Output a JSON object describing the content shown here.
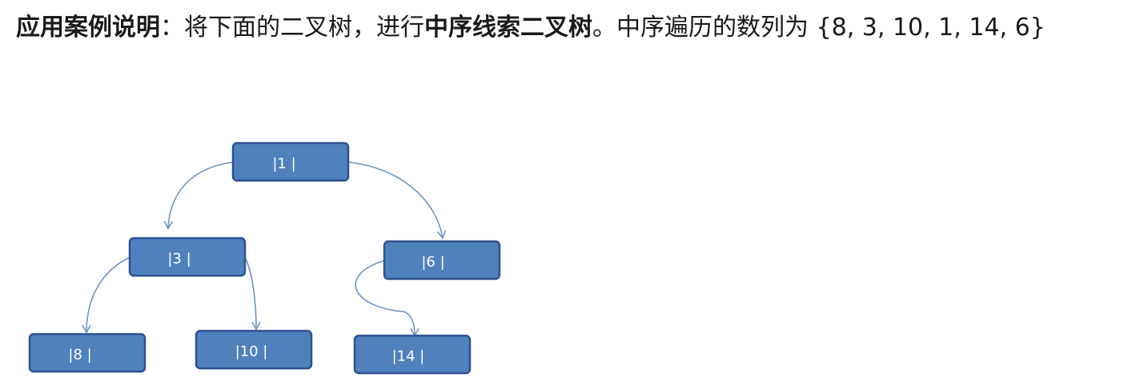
{
  "description": {
    "label": "应用案例说明",
    "colon": "：",
    "text_before": "将下面的二叉树，进行",
    "emphasis": "中序线索二叉树",
    "text_after": "。中序遍历的数列为 {8, 3, 10, 1, 14, 6}"
  },
  "tree": {
    "nodes": [
      {
        "id": "n1",
        "label": "|1 |"
      },
      {
        "id": "n3",
        "label": "|3 |"
      },
      {
        "id": "n6",
        "label": "|6 |"
      },
      {
        "id": "n8",
        "label": "|8 |"
      },
      {
        "id": "n10",
        "label": "|10 |"
      },
      {
        "id": "n14",
        "label": "|14 |"
      }
    ],
    "edges": [
      {
        "from": "n1",
        "to": "n3"
      },
      {
        "from": "n1",
        "to": "n6"
      },
      {
        "from": "n3",
        "to": "n8"
      },
      {
        "from": "n3",
        "to": "n10"
      },
      {
        "from": "n6",
        "to": "n14"
      }
    ]
  },
  "colors": {
    "node_fill": "#4f81bd",
    "node_border": "#2f528f",
    "edge": "#6f93c3",
    "node_text": "#ffffff"
  }
}
